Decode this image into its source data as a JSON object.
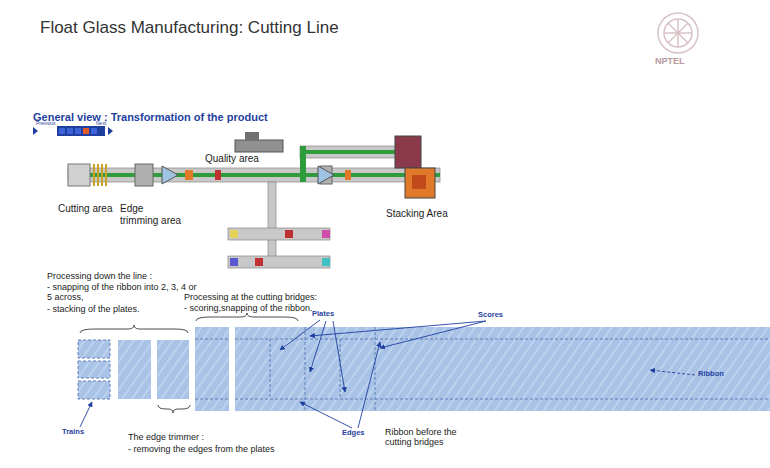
{
  "diagram": {
    "title": "Float Glass Manufacturing: Cutting Line",
    "labels": [
      "NPTEL",
      "General view : Transformation of the product",
      "Previous",
      "Next",
      "Quality area",
      "Cutting area",
      "Edge trimming area",
      "Stacking Area",
      "Processing down the line :",
      "- snapping of the ribbon into 2, 3, 4 or 5 across,",
      "- stacking of the plates.",
      "Processing at the cutting bridges:",
      "- scoring,snapping of the ribbon.",
      "Plates",
      "Scores",
      "Ribbon",
      "Edges",
      "Ribbon before the cutting bridges",
      "Trains",
      "The edge trimmer :",
      "- removing the edges from the plates"
    ]
  }
}
